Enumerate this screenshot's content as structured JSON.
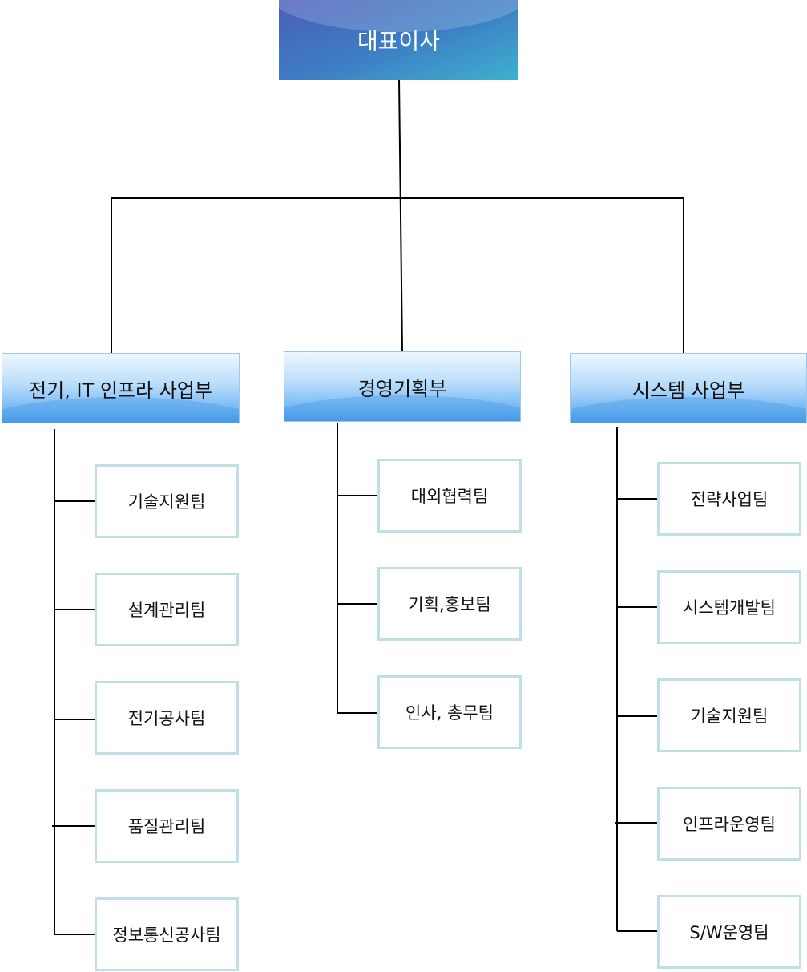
{
  "ceo": "대표이사",
  "departments": [
    {
      "name": "전기, IT 인프라 사업부",
      "teams": [
        "기술지원팀",
        "설계관리팀",
        "전기공사팀",
        "품질관리팀",
        "정보통신공사팀"
      ]
    },
    {
      "name": "경영기획부",
      "teams": [
        "대외협력팀",
        "기획,홍보팀",
        "인사, 총무팀"
      ]
    },
    {
      "name": "시스템 사업부",
      "teams": [
        "전략사업팀",
        "시스템개발팀",
        "기술지원팀",
        "인프라운영팀",
        "S/W운영팀"
      ]
    }
  ]
}
